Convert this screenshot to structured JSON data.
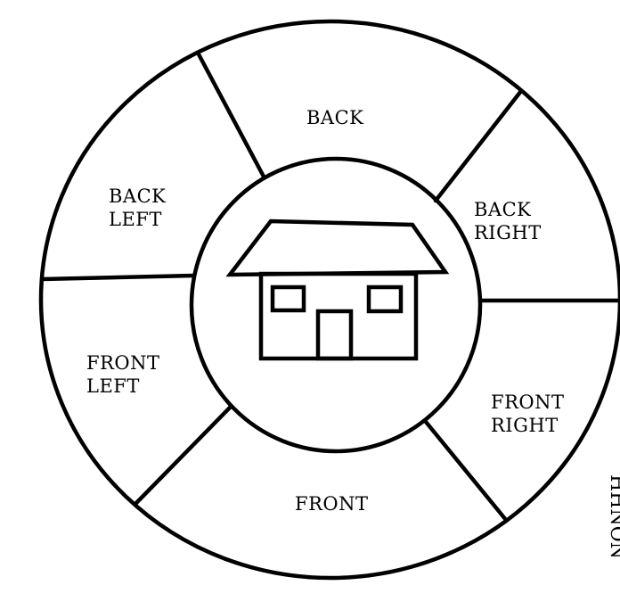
{
  "zones": {
    "back": {
      "lines": [
        "BACK"
      ]
    },
    "back_right": {
      "lines": [
        "BACK",
        "RIGHT"
      ]
    },
    "front_right": {
      "lines": [
        "FRONT",
        "RIGHT"
      ]
    },
    "front": {
      "lines": [
        "FRONT"
      ]
    },
    "front_left": {
      "lines": [
        "FRONT",
        "LEFT"
      ]
    },
    "back_left": {
      "lines": [
        "BACK",
        "LEFT"
      ]
    }
  },
  "edge_text": "HHNON",
  "colors": {
    "line": "#000000",
    "background": "#ffffff"
  },
  "icons": {
    "center": "house-icon"
  }
}
